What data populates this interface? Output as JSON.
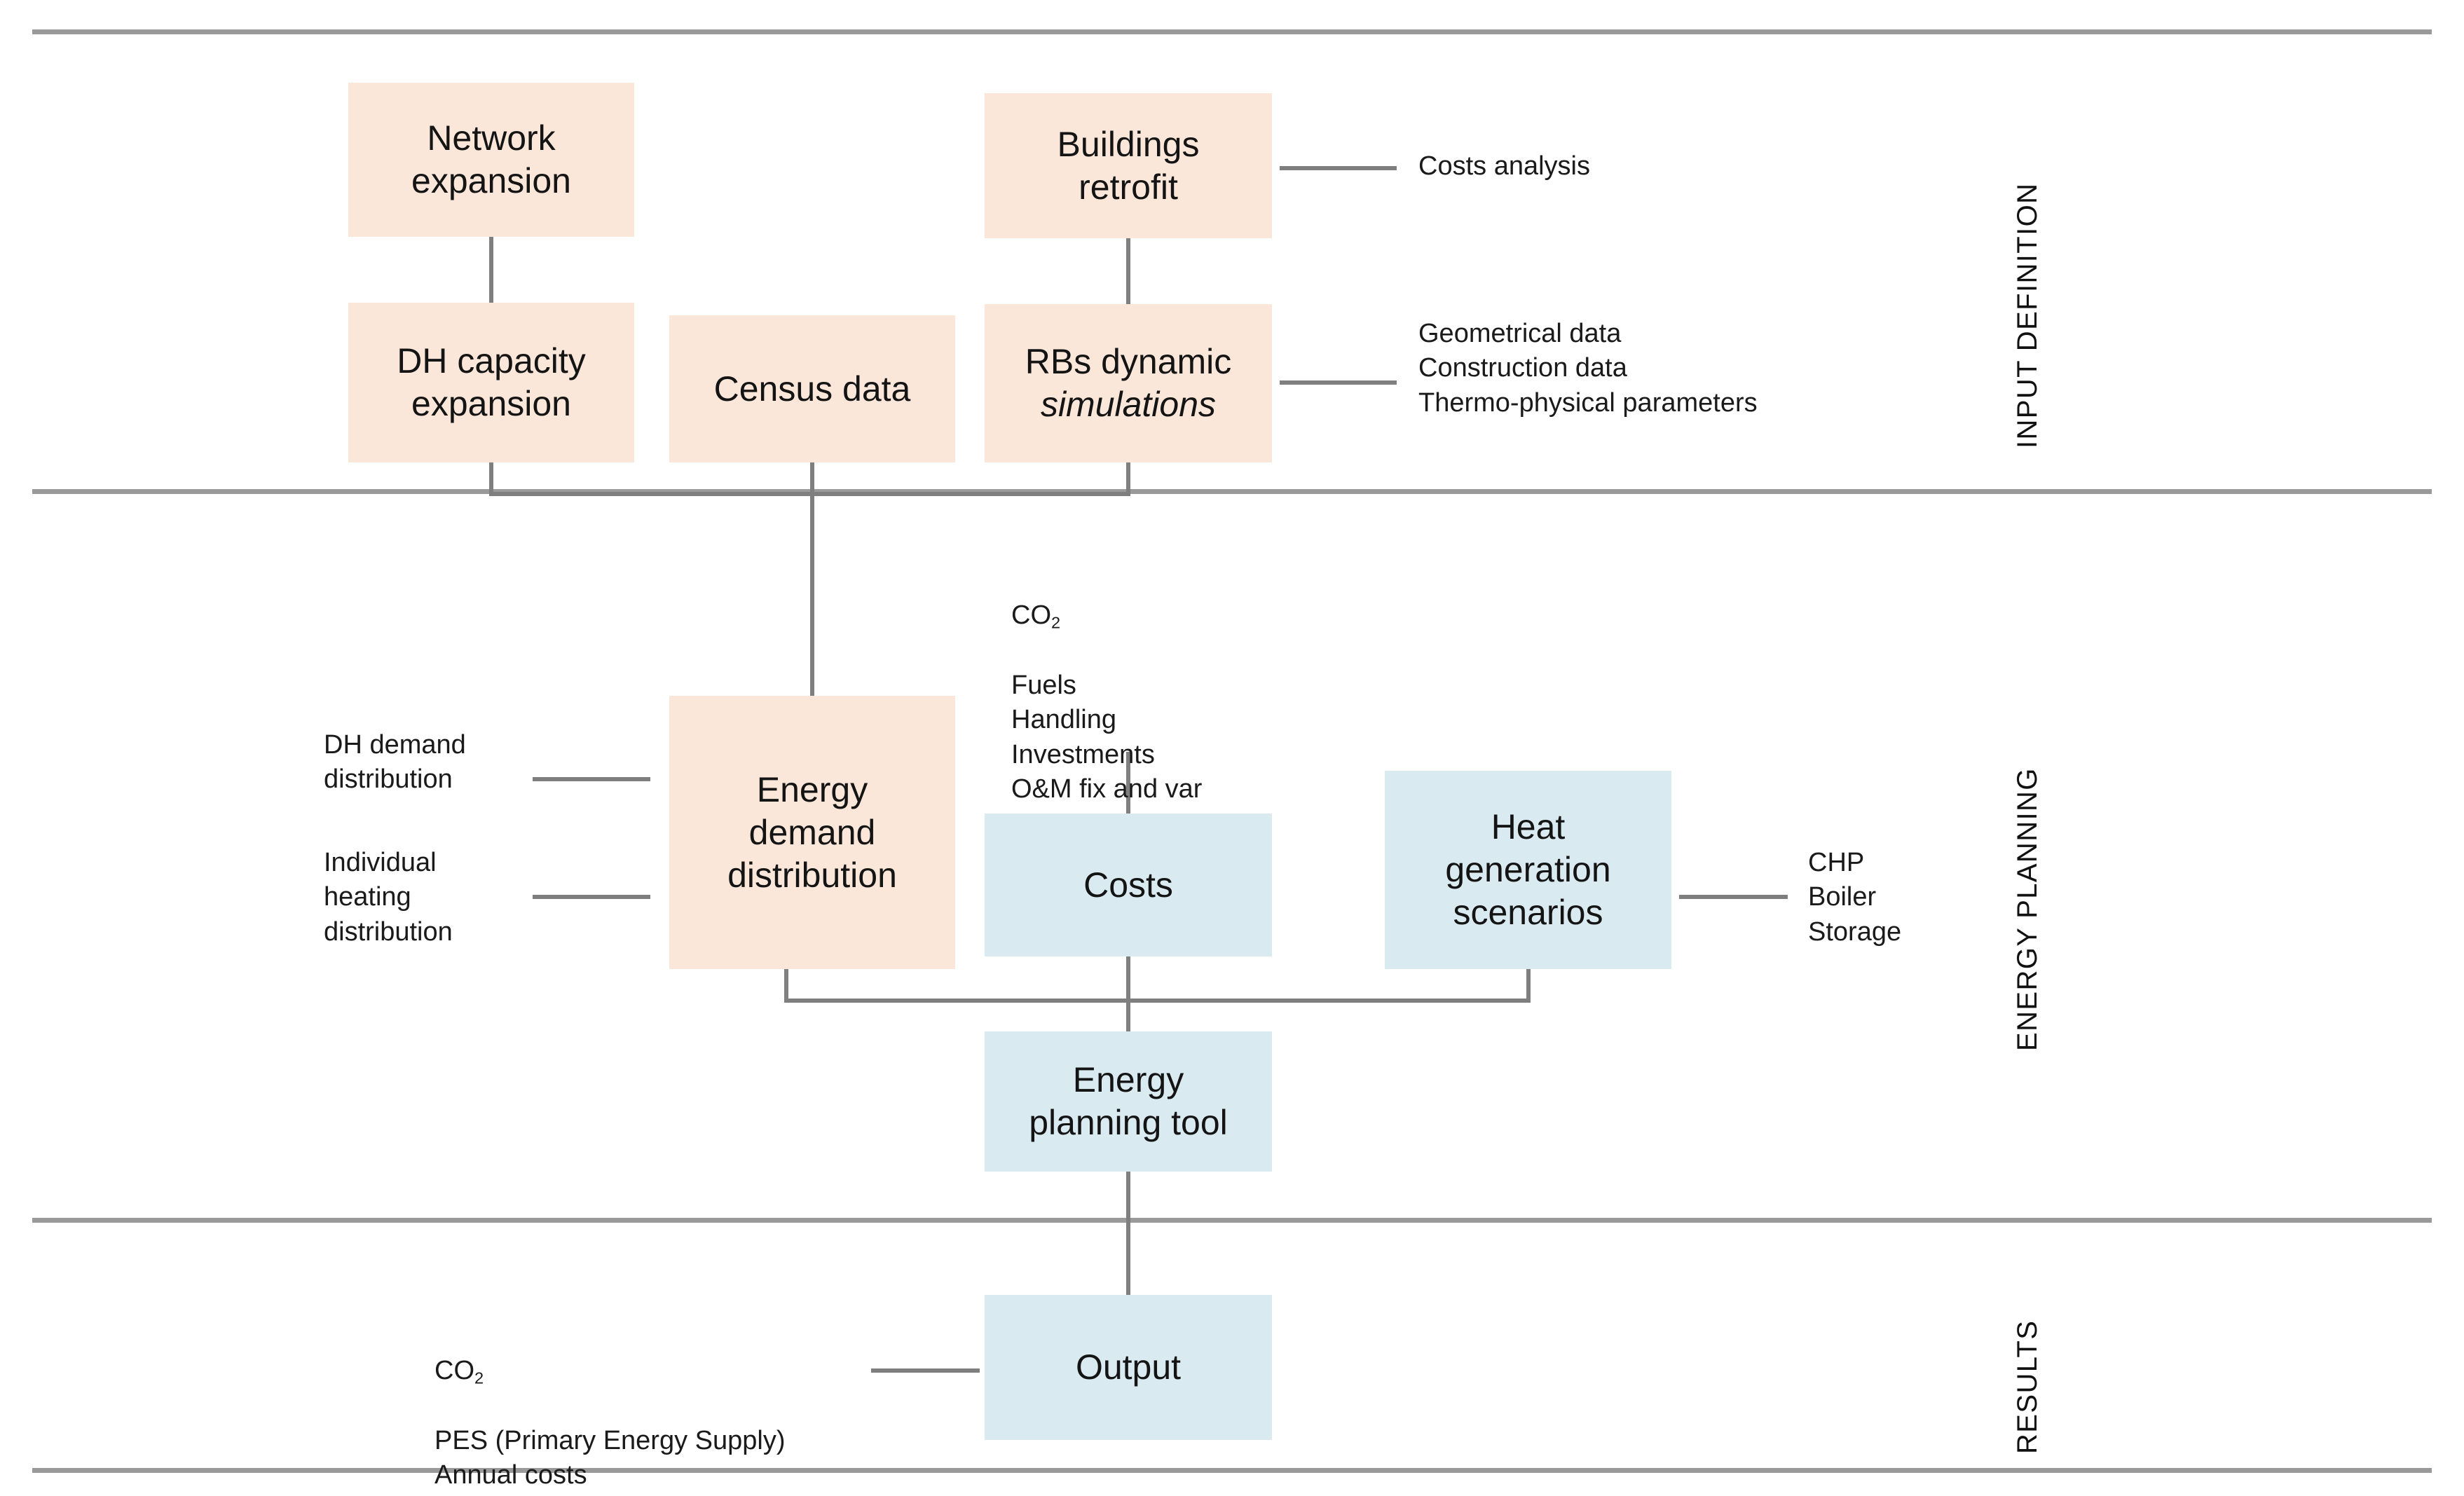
{
  "diagram": {
    "title": "Energy planning methodology flow diagram",
    "colors": {
      "peach_fill": "#fbe7d9",
      "blue_fill": "#daeaf1",
      "connector": "#7f7f7f",
      "divider": "#9a9a9a",
      "text": "#141414",
      "background": "#ffffff"
    }
  },
  "sections": [
    {
      "id": "input-definition",
      "label": "INPUT DEFINITION"
    },
    {
      "id": "energy-planning",
      "label": "ENERGY PLANNING"
    },
    {
      "id": "results",
      "label": "RESULTS"
    }
  ],
  "nodes": {
    "network_expansion": {
      "label": "Network\nexpansion",
      "style": "peach"
    },
    "dh_capacity": {
      "label": "DH capacity\nexpansion",
      "style": "peach"
    },
    "census_data": {
      "label": "Census  data",
      "style": "peach"
    },
    "buildings_retrofit": {
      "label": "Buildings\nretrofit",
      "style": "peach"
    },
    "rbs_dynamic_line1": {
      "label": "RBs dynamic"
    },
    "rbs_dynamic_line2": {
      "label": "simulations"
    },
    "energy_demand": {
      "label": "Energy\ndemand\ndistribution",
      "style": "peach"
    },
    "costs": {
      "label": "Costs",
      "style": "blue"
    },
    "heat_generation": {
      "label": "Heat\ngeneration\nscenarios",
      "style": "blue"
    },
    "energy_planning_tool": {
      "label": "Energy\nplanning tool",
      "style": "blue"
    },
    "output": {
      "label": "Output",
      "style": "blue"
    }
  },
  "annotations": {
    "costs_analysis": {
      "lines": "Costs analysis"
    },
    "rbs_inputs": {
      "lines": "Geometrical data\nConstruction data\nThermo-physical parameters"
    },
    "cost_components": {
      "line1": "CO",
      "sub1": "2",
      "rest": "Fuels\nHandling\nInvestments\nO&M fix and var"
    },
    "dh_demand": {
      "lines": "DH demand\ndistribution"
    },
    "individual_heat": {
      "lines": "Individual\nheating\ndistribution"
    },
    "heat_tech": {
      "lines": "CHP\nBoiler\nStorage"
    },
    "output_metrics": {
      "line1": "CO",
      "sub1": "2",
      "rest": "PES (Primary Energy Supply)\nAnnual costs"
    }
  }
}
